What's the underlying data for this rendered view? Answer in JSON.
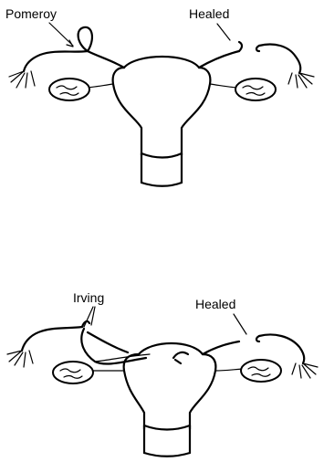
{
  "top_diagram": {
    "label_left": "Pomeroy",
    "label_right": "Healed"
  },
  "bottom_diagram": {
    "label_left": "Irving",
    "label_right": "Healed"
  },
  "colors": {
    "ink": "#000000",
    "background": "#ffffff"
  }
}
